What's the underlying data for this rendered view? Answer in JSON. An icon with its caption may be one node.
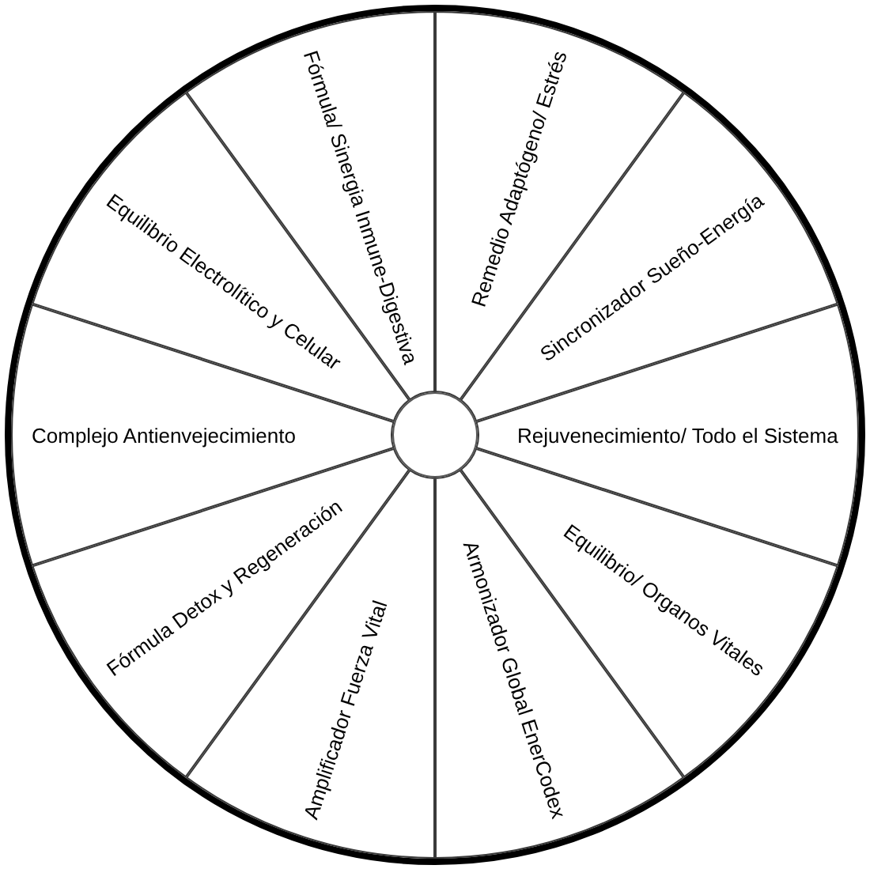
{
  "diagram": {
    "nodes": [
      {
        "text": [
          "Fórmula/ Sinergia Inmune-Digestiva"
        ]
      },
      {
        "text": [
          "Remedio Adaptógeno/ Estrés"
        ]
      },
      {
        "text": [
          "Sincronizador Sueño-Energía"
        ]
      },
      {
        "text": [
          "Rejuvenecimiento/ Todo el Sistema"
        ]
      },
      {
        "text": [
          "Equilibrio/ Organos Vitales"
        ]
      },
      {
        "text": [
          "Armonizador Global EnerCodex"
        ]
      },
      {
        "text": [
          "Amplificador Fuerza Vital"
        ]
      },
      {
        "text": [
          "Fórmula Detox y Regeneración"
        ]
      },
      {
        "text": [
          "Complejo Antienvejecimiento"
        ]
      },
      {
        "text": [
          "Equilibrio Electrolítico y Celular"
        ]
      },
      {
        "text": [],
        "shape": "circle"
      }
    ]
  }
}
